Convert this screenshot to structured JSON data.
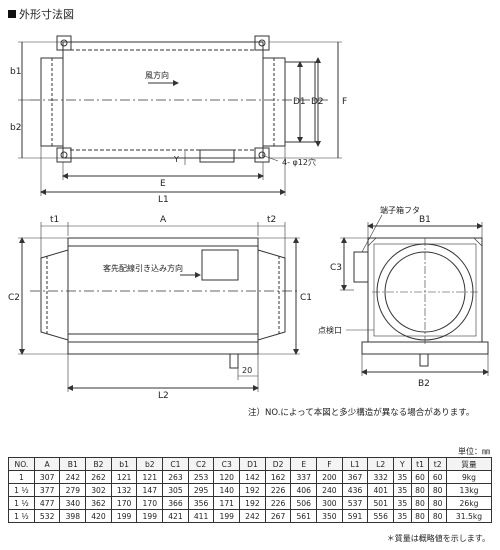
{
  "title": "外形寸法図",
  "top_view": {
    "b1": "b1",
    "b2": "b2",
    "d1": "D1",
    "d2": "D2",
    "f": "F",
    "e": "E",
    "l1": "L1",
    "y": "Y",
    "airflow": "風方向",
    "holes": "4- φ12穴"
  },
  "front_view": {
    "t1": "t1",
    "a": "A",
    "t2": "t2",
    "c2": "C2",
    "c1": "C1",
    "l2": "L2",
    "dim_20": "20",
    "wiring": "客先配線引き込み方向"
  },
  "side_view": {
    "b1": "B1",
    "b2": "B2",
    "c3": "C3",
    "terminal_box_lid": "端子箱フタ",
    "inspection_port": "点検口"
  },
  "note": "注）NO.によって本図と多少構造が異なる場合があります。",
  "unit": "単位：㎜",
  "table": {
    "headers": [
      "NO.",
      "A",
      "B1",
      "B2",
      "b1",
      "b2",
      "C1",
      "C2",
      "C3",
      "D1",
      "D2",
      "E",
      "F",
      "L1",
      "L2",
      "Y",
      "t1",
      "t2",
      "質量"
    ],
    "rows": [
      [
        "1",
        "307",
        "242",
        "262",
        "121",
        "121",
        "263",
        "253",
        "120",
        "142",
        "162",
        "337",
        "200",
        "367",
        "332",
        "35",
        "60",
        "60",
        "9kg"
      ],
      [
        "1 ½",
        "377",
        "279",
        "302",
        "132",
        "147",
        "305",
        "295",
        "140",
        "192",
        "226",
        "406",
        "240",
        "436",
        "401",
        "35",
        "80",
        "80",
        "13kg"
      ],
      [
        "1 ½",
        "477",
        "340",
        "362",
        "170",
        "170",
        "366",
        "356",
        "171",
        "192",
        "226",
        "506",
        "300",
        "537",
        "501",
        "35",
        "80",
        "80",
        "26kg"
      ],
      [
        "1 ½",
        "532",
        "398",
        "420",
        "199",
        "199",
        "421",
        "411",
        "199",
        "242",
        "267",
        "561",
        "350",
        "591",
        "556",
        "35",
        "80",
        "80",
        "31.5kg"
      ]
    ]
  },
  "footnote": "＊質量は概略値を示します。"
}
